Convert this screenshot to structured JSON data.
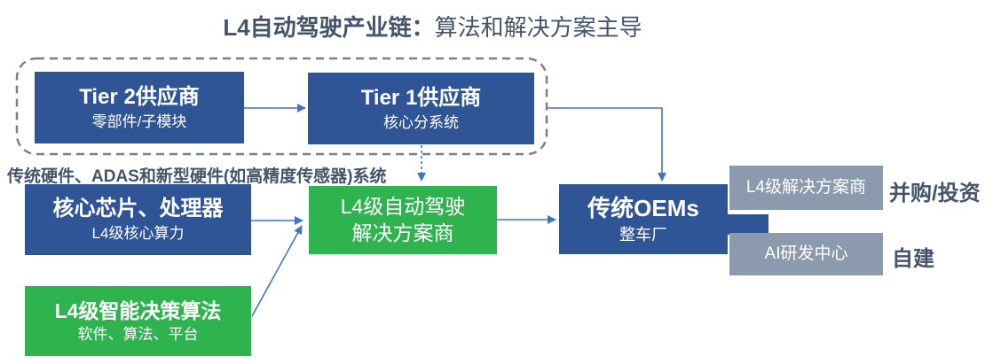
{
  "title": {
    "bold": "L4自动驾驶产业链：",
    "regular": "算法和解决方案主导"
  },
  "supply_group": {
    "tier2": {
      "title": "Tier 2供应商",
      "subtitle": "零部件/子模块"
    },
    "tier1": {
      "title": "Tier 1供应商",
      "subtitle": "核心分系统"
    }
  },
  "hardware_note": "传统硬件、ADAS和新型硬件(如高精度传感器)系统",
  "chip_box": {
    "title": "核心芯片、处理器",
    "subtitle": "L4级核心算力"
  },
  "solution_box": {
    "line1": "L4级自动驾驶",
    "line2": "解决方案商"
  },
  "oem_box": {
    "title": "传统OEMs",
    "subtitle": "整车厂"
  },
  "algorithm_box": {
    "title": "L4级智能决策算法",
    "subtitle": "软件、算法、平台"
  },
  "acquisition": {
    "box": "L4级解决方案商",
    "label": "并购/投资"
  },
  "self_build": {
    "box": "AI研发中心",
    "label": "自建"
  },
  "colors": {
    "box_blue": "#2F5597",
    "box_green": "#2FB34F",
    "box_gray": "#8C9AAD",
    "text_dark": "#44546A",
    "arrow_blue": "#4472C4",
    "dashed_border_gray": "#7F7F7F"
  }
}
